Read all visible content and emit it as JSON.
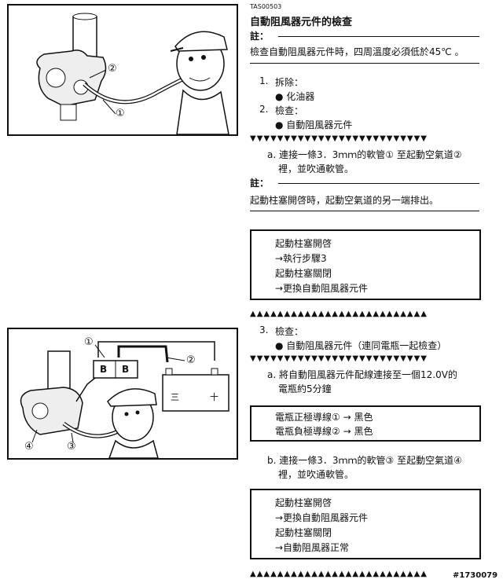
{
  "doc_code": "TAS00503",
  "title": "自動阻風器元件的檢查",
  "note_label": "註：",
  "note1": "檢查自動阻風器元件時，四周溫度必須低於45℃ 。",
  "steps": [
    {
      "num": "1.",
      "label": "拆除："
    },
    {
      "bullet": "● 化油器"
    },
    {
      "num": "2.",
      "label": "檢查："
    },
    {
      "bullet": "● 自動阻風器元件"
    }
  ],
  "down_markers": "▼▼▼▼▼▼▼▼▼▼▼▼▼▼▼▼▼▼▼▼▼▼▼▼▼▼",
  "up_markers": "▲▲▲▲▲▲▲▲▲▲▲▲▲▲▲▲▲▲▲▲▲▲▲▲▲▲",
  "step_a": {
    "line1": "a. 連接一條3．3ｍｍ的軟管① 至起動空氣道②",
    "line2": "裡，並吹通軟管。"
  },
  "note2": "起動柱塞開啓時，起動空氣道的另一端排出。",
  "box1": [
    "起動柱塞開啓",
    "→執行步驟3",
    "起動柱塞關閉",
    "→更換自動阻風器元件"
  ],
  "step3": {
    "num": "3.",
    "label": "檢查：",
    "bullet": "● 自動阻風器元件（連同電瓶一起檢查）"
  },
  "step3a": {
    "line1": "a. 將自動阻風器元件配線連接至一個12.0V的",
    "line2": "電瓶約5分鐘"
  },
  "box2": [
    "電瓶正極導線①  →  黑色",
    "電瓶負極導線②  →  黑色"
  ],
  "step3b": {
    "line1": "b. 連接一條3．3ｍｍ的軟管③ 至起動空氣道④",
    "line2": "裡，並吹通軟管。"
  },
  "box3": [
    "起動柱塞開啓",
    "→更換自動阻風器元件",
    "起動柱塞關閉",
    "→自動阻風器正常"
  ],
  "fig1_labels": [
    "②",
    "①"
  ],
  "fig2_labels": [
    "①",
    "②",
    "④",
    "③",
    "B",
    "B",
    "三",
    "十"
  ],
  "watermark": "#1730079"
}
